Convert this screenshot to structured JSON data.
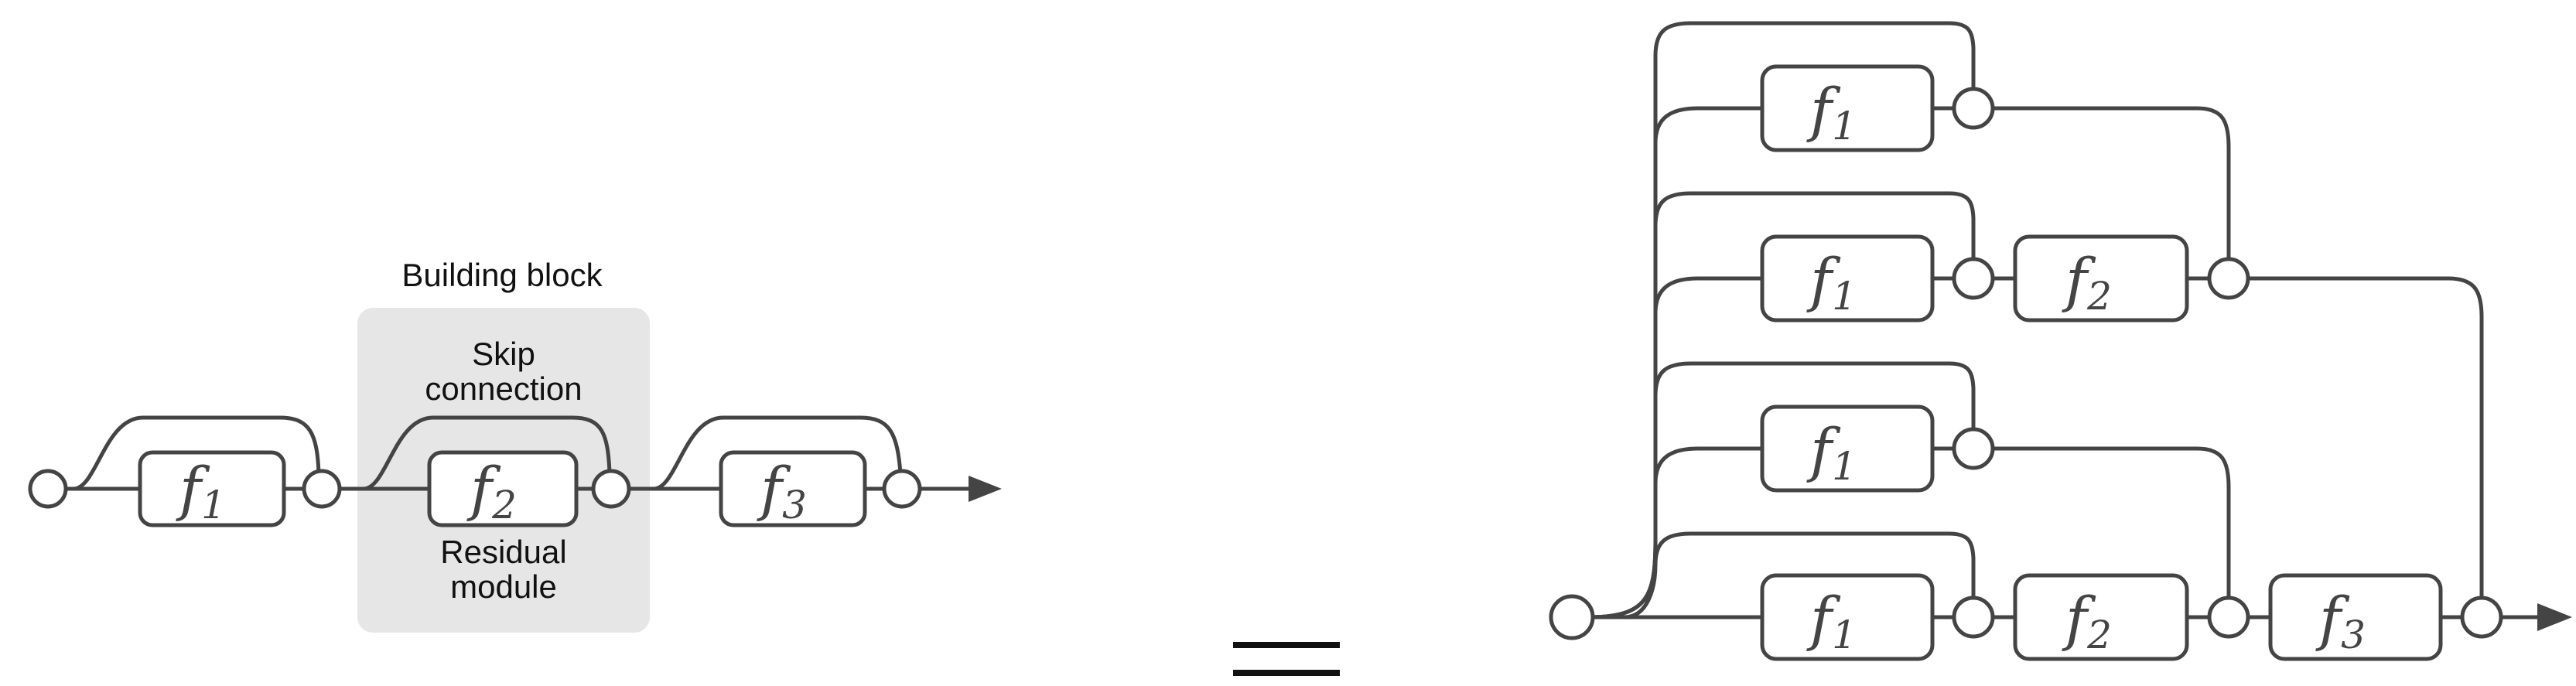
{
  "colors": {
    "stroke": "#444444",
    "block_fill": "#e6e6e6",
    "label_text": "#111111"
  },
  "left": {
    "block_title": "Building block",
    "skip_label": [
      "Skip",
      "connection"
    ],
    "residual_label": [
      "Residual",
      "module"
    ],
    "functions": [
      {
        "letter": "f",
        "sub": "1"
      },
      {
        "letter": "f",
        "sub": "2"
      },
      {
        "letter": "f",
        "sub": "3"
      }
    ]
  },
  "equals_symbol": "=",
  "right": {
    "paths": [
      [
        {
          "letter": "f",
          "sub": "1"
        }
      ],
      [
        {
          "letter": "f",
          "sub": "1"
        },
        {
          "letter": "f",
          "sub": "2"
        }
      ],
      [
        {
          "letter": "f",
          "sub": "1"
        }
      ],
      [
        {
          "letter": "f",
          "sub": "1"
        },
        {
          "letter": "f",
          "sub": "2"
        },
        {
          "letter": "f",
          "sub": "3"
        }
      ]
    ]
  }
}
